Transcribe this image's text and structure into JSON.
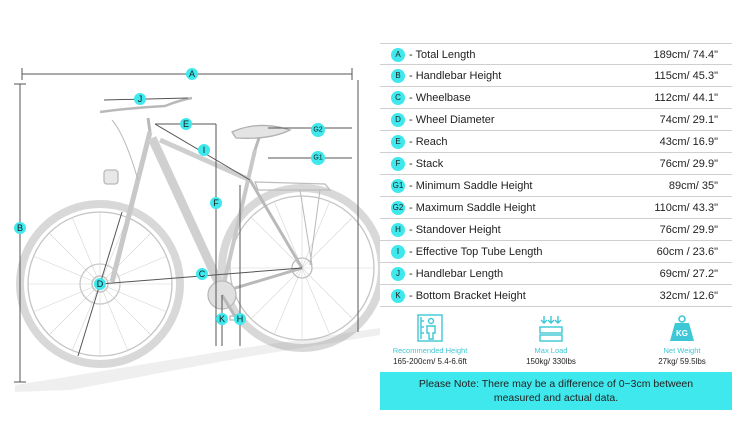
{
  "specs": [
    {
      "key": "A",
      "label": "- Total Length",
      "value": "189cm/ 74.4\""
    },
    {
      "key": "B",
      "label": "- Handlebar Height",
      "value": "115cm/ 45.3\""
    },
    {
      "key": "C",
      "label": "- Wheelbase",
      "value": "112cm/ 44.1\""
    },
    {
      "key": "D",
      "label": "- Wheel Diameter",
      "value": "74cm/ 29.1\""
    },
    {
      "key": "E",
      "label": "- Reach",
      "value": "43cm/ 16.9\""
    },
    {
      "key": "F",
      "label": "- Stack",
      "value": "76cm/ 29.9\""
    },
    {
      "key": "G1",
      "label": "- Minimum Saddle Height",
      "value": "89cm/ 35\""
    },
    {
      "key": "G2",
      "label": "- Maximum Saddle Height",
      "value": "110cm/ 43.3\""
    },
    {
      "key": "H",
      "label": "- Standover Height",
      "value": "76cm/ 29.9\""
    },
    {
      "key": "I",
      "label": "- Effective Top Tube Length",
      "value": "60cm / 23.6\""
    },
    {
      "key": "J",
      "label": "- Handlebar Length",
      "value": "69cm/ 27.2\""
    },
    {
      "key": "K",
      "label": "- Bottom Bracket Height",
      "value": "32cm/ 12.6\""
    }
  ],
  "diagram_labels": {
    "A": "A",
    "B": "B",
    "C": "C",
    "D": "D",
    "E": "E",
    "F": "F",
    "G1": "G1",
    "G2": "G2",
    "H": "H",
    "I": "I",
    "J": "J",
    "K": "K"
  },
  "features": [
    {
      "icon": "person-height-icon",
      "title": "Recommended Height",
      "value": "165-200cm/ 5.4-6.6ft"
    },
    {
      "icon": "max-load-icon",
      "title": "Max Load",
      "value": "150kg/ 330lbs"
    },
    {
      "icon": "weight-icon",
      "title": "Net Weight",
      "value": "27kg/ 59.5lbs",
      "icon_text": "KG"
    }
  ],
  "note": {
    "line1": "Please Note: There may be a difference of 0~3cm between",
    "line2": "measured and actual data."
  },
  "colors": {
    "accent": "#3ee8ec",
    "accent_text": "#3ec7d6",
    "line": "#cfcfcf",
    "bike": "#b8b8b8"
  }
}
